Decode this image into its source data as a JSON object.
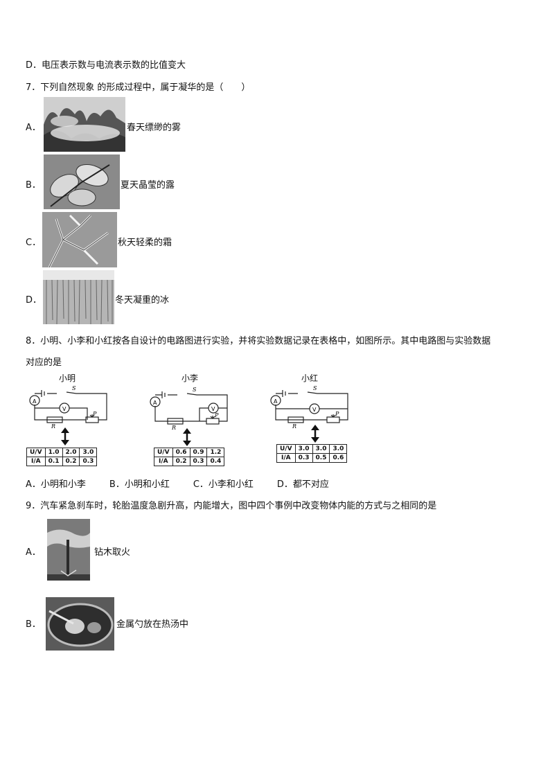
{
  "q6": {
    "option_d": "D．电压表示数与电流表示数的比值变大"
  },
  "q7": {
    "stem": "7．下列自然现象 的形成过程中，属于凝华的是（　　）",
    "options": [
      {
        "label": "A．",
        "caption": "春天缥缈的雾"
      },
      {
        "label": "B．",
        "caption": "夏天晶莹的露"
      },
      {
        "label": "C．",
        "caption": "秋天轻柔的霜"
      },
      {
        "label": "D．",
        "caption": "冬天凝重的冰"
      }
    ]
  },
  "q8": {
    "stem_line1": "8．小明、小李和小红按各自设计的电路图进行实验，并将实验数据记录在表格中，如图所示。其中电路图与实验数据",
    "stem_line2": "对应的是",
    "circuits": [
      {
        "name": "小明",
        "u_header": "U/V",
        "i_header": "I/A",
        "u": [
          "1.0",
          "2.0",
          "3.0"
        ],
        "i": [
          "0.1",
          "0.2",
          "0.3"
        ]
      },
      {
        "name": "小李",
        "u_header": "U/V",
        "i_header": "I/A",
        "u": [
          "0.6",
          "0.9",
          "1.2"
        ],
        "i": [
          "0.2",
          "0.3",
          "0.4"
        ]
      },
      {
        "name": "小红",
        "u_header": "U/V",
        "i_header": "I/A",
        "u": [
          "3.0",
          "3.0",
          "3.0"
        ],
        "i": [
          "0.3",
          "0.5",
          "0.6"
        ]
      }
    ],
    "diagram_labels": {
      "switch": "S",
      "resistor": "R",
      "rheostat": "P",
      "ammeter": "A",
      "voltmeter": "V"
    },
    "answers": [
      "A．小明和小李",
      "B．小明和小红",
      "C．小李和小红",
      "D．都不对应"
    ]
  },
  "q9": {
    "stem": "9．汽车紧急刹车时，轮胎温度急剧升高，内能增大，图中四个事例中改变物体内能的方式与之相同的是",
    "options": [
      {
        "label": "A．",
        "caption": "钻木取火"
      },
      {
        "label": "B．",
        "caption": "金属勺放在热汤中"
      }
    ]
  }
}
